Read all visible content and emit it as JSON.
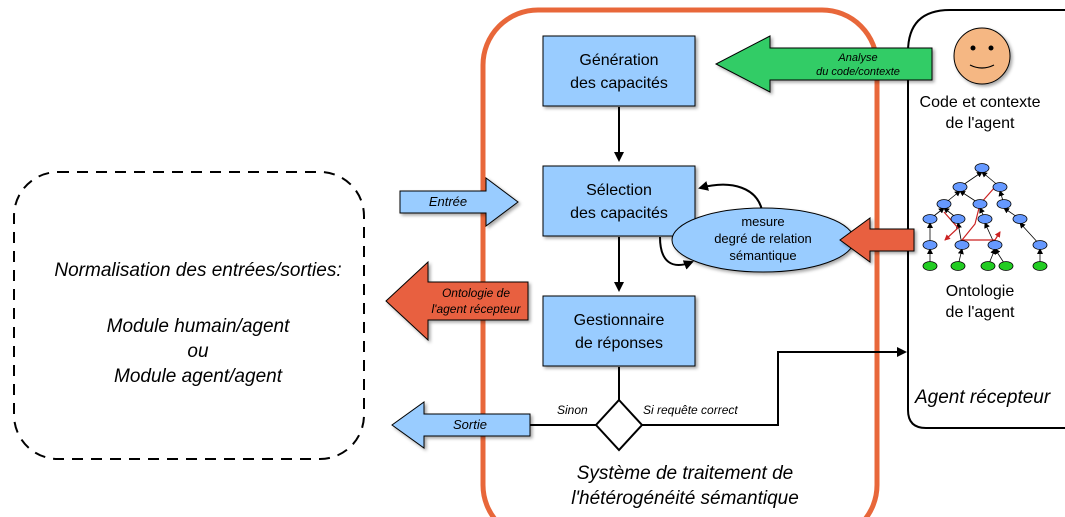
{
  "left_panel": {
    "title": "Normalisation des entrées/sorties:",
    "line1": "Module humain/agent",
    "line2": "ou",
    "line3": "Module agent/agent"
  },
  "system": {
    "caption_line1": "Système de traitement de",
    "caption_line2": "l'hétérogénéité sémantique",
    "boxes": {
      "generation": [
        "Génération",
        "des capacités"
      ],
      "selection": [
        "Sélection",
        "des capacités"
      ],
      "gestionnaire": [
        "Gestionnaire",
        "de réponses"
      ]
    },
    "ellipse": [
      "mesure",
      "degré de relation",
      "sémantique"
    ],
    "decision": {
      "else_label": "Sinon",
      "if_label": "Si requête correct"
    }
  },
  "arrows": {
    "entree": "Entrée",
    "ontologie_recepteur": [
      "Ontologie de",
      "l'agent récepteur"
    ],
    "sortie": "Sortie",
    "analyse": [
      "Analyse",
      "du code/contexte"
    ]
  },
  "agent_panel": {
    "code_label": [
      "Code et contexte",
      "de l'agent"
    ],
    "ontology_label": [
      "Ontologie",
      "de l'agent"
    ],
    "title": "Agent récepteur"
  },
  "colors": {
    "box_fill": "#99ccff",
    "system_border": "#e8673a",
    "arrow_blue": "#99ccff",
    "arrow_red": "#e8613f",
    "arrow_green": "#33cc66",
    "face": "#f5b783",
    "node_blue": "#6699ff",
    "node_green": "#22cc22",
    "tree_red": "#cc2222"
  }
}
